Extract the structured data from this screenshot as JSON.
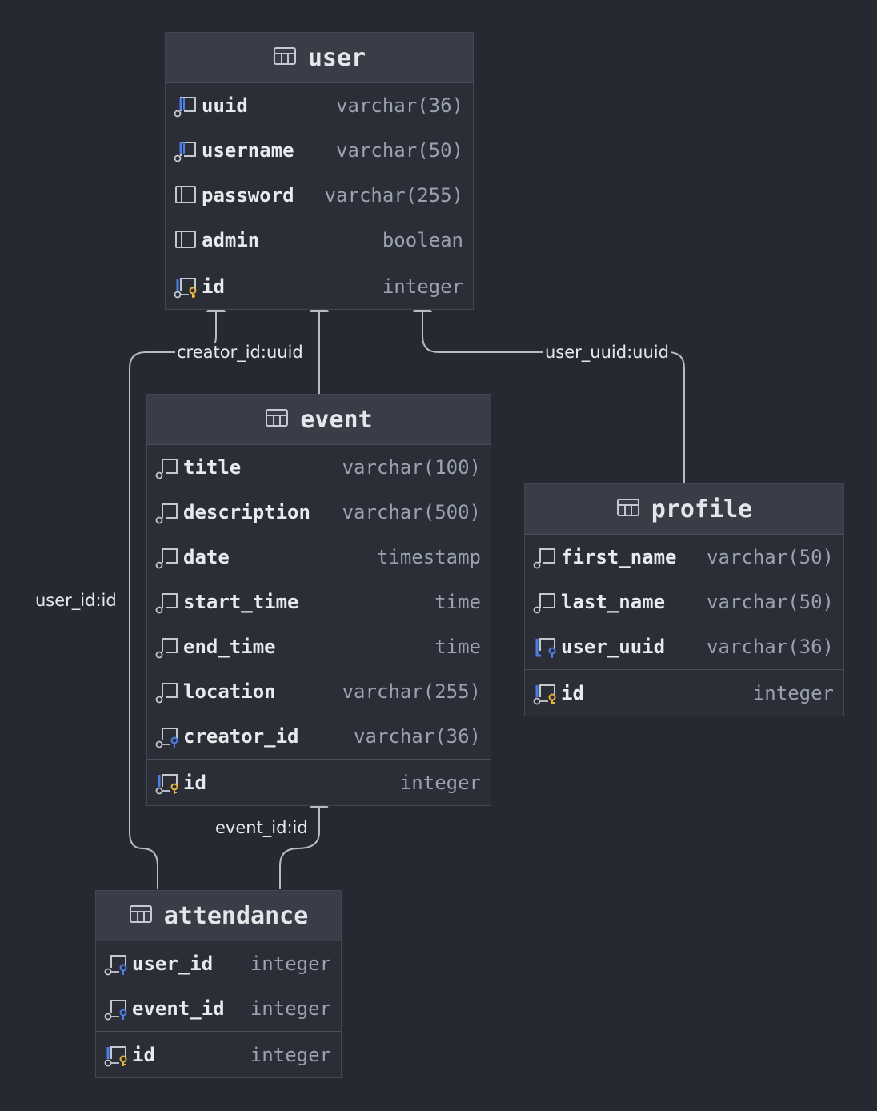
{
  "colors": {
    "background": "#262931",
    "table_header": "#393d48",
    "table_body": "#2b2e36",
    "edge": "#b8bbc2",
    "column_type": "#9aa2b1",
    "primary_key": "#e7b43d",
    "foreign_key": "#4d7ee8"
  },
  "tables": [
    {
      "name": "user",
      "columns": [
        {
          "name": "uuid",
          "type": "varchar(36)",
          "icon": "unique-column-icon"
        },
        {
          "name": "username",
          "type": "varchar(50)",
          "icon": "unique-column-icon"
        },
        {
          "name": "password",
          "type": "varchar(255)",
          "icon": "column-icon"
        },
        {
          "name": "admin",
          "type": "boolean",
          "icon": "column-icon"
        }
      ],
      "primary_key": {
        "name": "id",
        "type": "integer",
        "icon": "primary-key-icon"
      }
    },
    {
      "name": "event",
      "columns": [
        {
          "name": "title",
          "type": "varchar(100)",
          "icon": "not-null-column-icon"
        },
        {
          "name": "description",
          "type": "varchar(500)",
          "icon": "not-null-column-icon"
        },
        {
          "name": "date",
          "type": "timestamp",
          "icon": "not-null-column-icon"
        },
        {
          "name": "start_time",
          "type": "time",
          "icon": "not-null-column-icon"
        },
        {
          "name": "end_time",
          "type": "time",
          "icon": "not-null-column-icon"
        },
        {
          "name": "location",
          "type": "varchar(255)",
          "icon": "not-null-column-icon"
        },
        {
          "name": "creator_id",
          "type": "varchar(36)",
          "icon": "foreign-key-icon"
        }
      ],
      "primary_key": {
        "name": "id",
        "type": "integer",
        "icon": "primary-key-icon"
      }
    },
    {
      "name": "profile",
      "columns": [
        {
          "name": "first_name",
          "type": "varchar(50)",
          "icon": "not-null-column-icon"
        },
        {
          "name": "last_name",
          "type": "varchar(50)",
          "icon": "not-null-column-icon"
        },
        {
          "name": "user_uuid",
          "type": "varchar(36)",
          "icon": "unique-foreign-key-icon"
        }
      ],
      "primary_key": {
        "name": "id",
        "type": "integer",
        "icon": "primary-key-icon"
      }
    },
    {
      "name": "attendance",
      "columns": [
        {
          "name": "user_id",
          "type": "integer",
          "icon": "foreign-key-icon"
        },
        {
          "name": "event_id",
          "type": "integer",
          "icon": "foreign-key-icon"
        }
      ],
      "primary_key": {
        "name": "id",
        "type": "integer",
        "icon": "primary-key-icon"
      }
    }
  ],
  "relations": [
    {
      "label": "creator_id:uuid",
      "from": "event",
      "to": "user"
    },
    {
      "label": "user_uuid:uuid",
      "from": "profile",
      "to": "user"
    },
    {
      "label": "user_id:id",
      "from": "attendance",
      "to": "user"
    },
    {
      "label": "event_id:id",
      "from": "attendance",
      "to": "event"
    }
  ]
}
